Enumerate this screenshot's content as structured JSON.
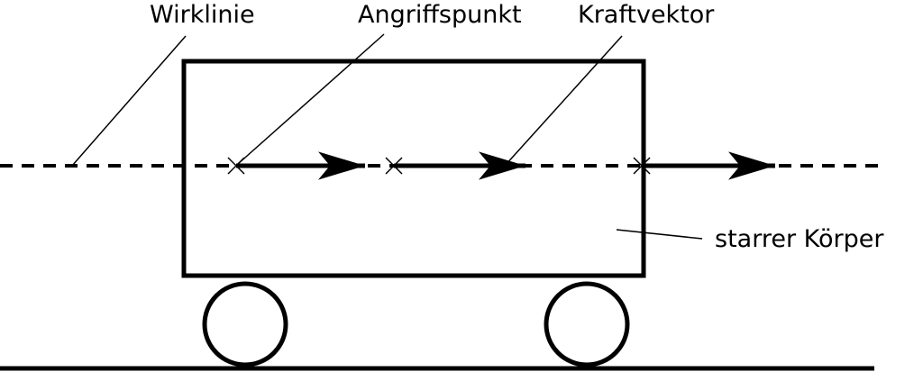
{
  "labels": {
    "line_of_action": "Wirklinie",
    "point_of_application": "Angriffspunkt",
    "force_vector": "Kraftvektor",
    "rigid_body": "starrer Körper"
  },
  "colors": {
    "stroke": "#000000",
    "background": "#ffffff"
  }
}
